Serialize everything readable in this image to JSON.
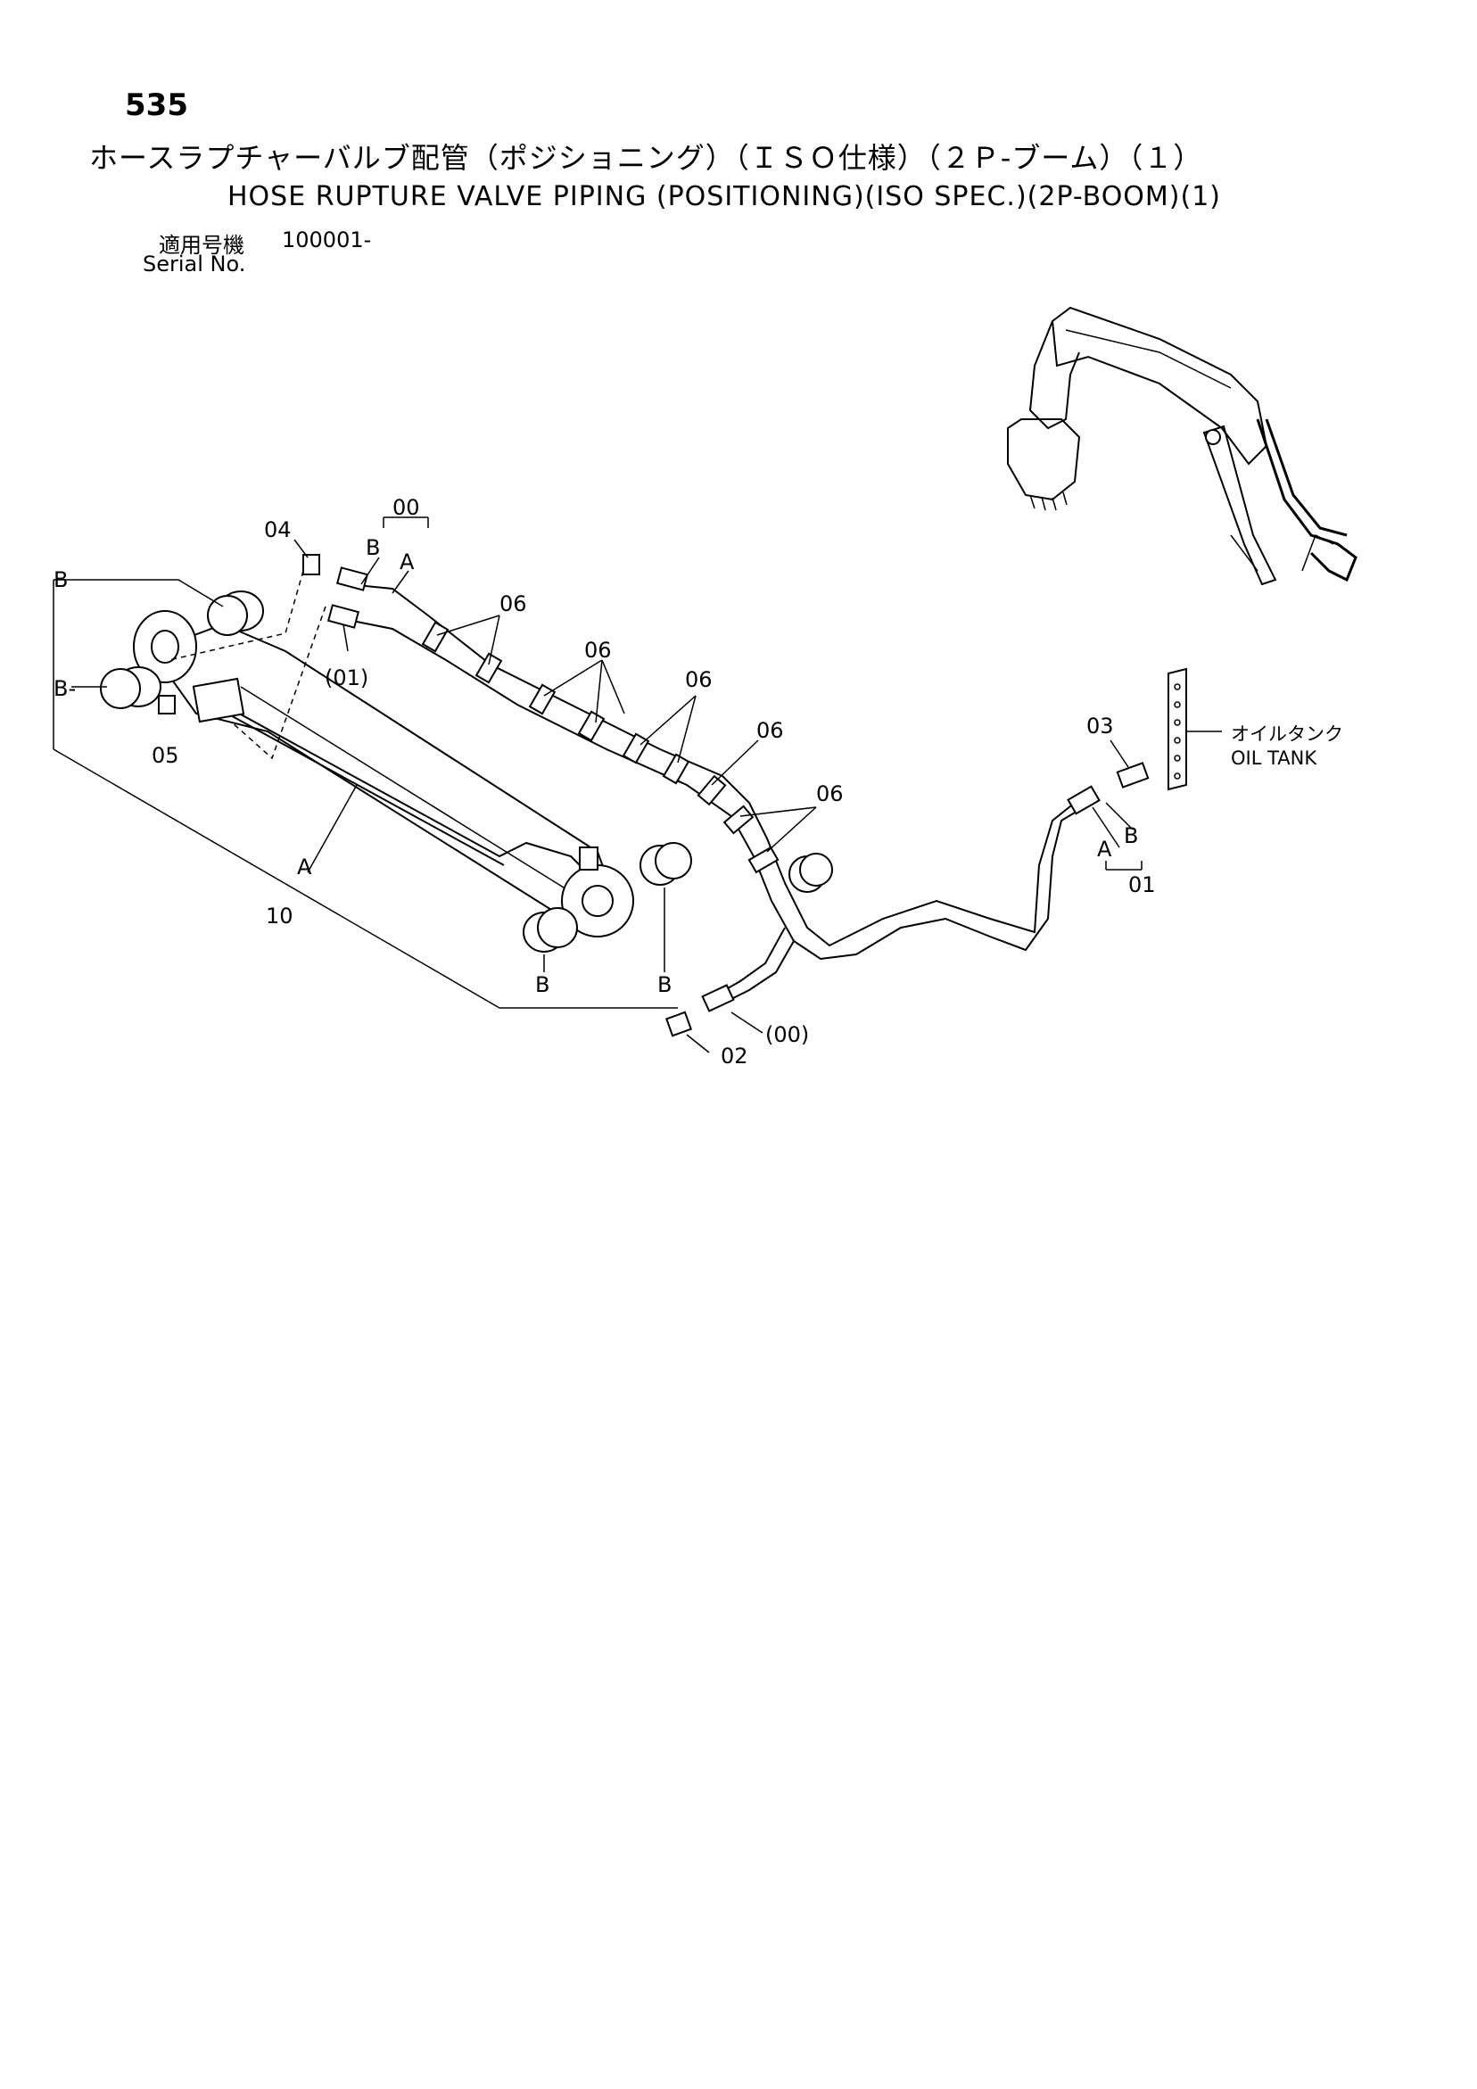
{
  "header": {
    "page_number": "535",
    "title_jp": "ホースラプチャーバルブ配管（ポジショニング）（ＩＳＯ仕様）（２Ｐ-ブーム）（１）",
    "title_en": "HOSE RUPTURE VALVE PIPING (POSITIONING)(ISO SPEC.)(2P-BOOM)(1)",
    "serial_label_jp": "適用号機",
    "serial_value": "100001-",
    "serial_label_en": "Serial No."
  },
  "callouts": {
    "part_00": "00",
    "part_00_paren": "(00)",
    "part_01": "01",
    "part_01_paren": "(01)",
    "part_02": "02",
    "part_03": "03",
    "part_04": "04",
    "part_05": "05",
    "part_06": "06",
    "part_10": "10",
    "letter_a": "A",
    "letter_b": "B",
    "letter_b_dash": "B-",
    "oil_tank_jp": "オイルタンク",
    "oil_tank_en": "OIL TANK"
  }
}
